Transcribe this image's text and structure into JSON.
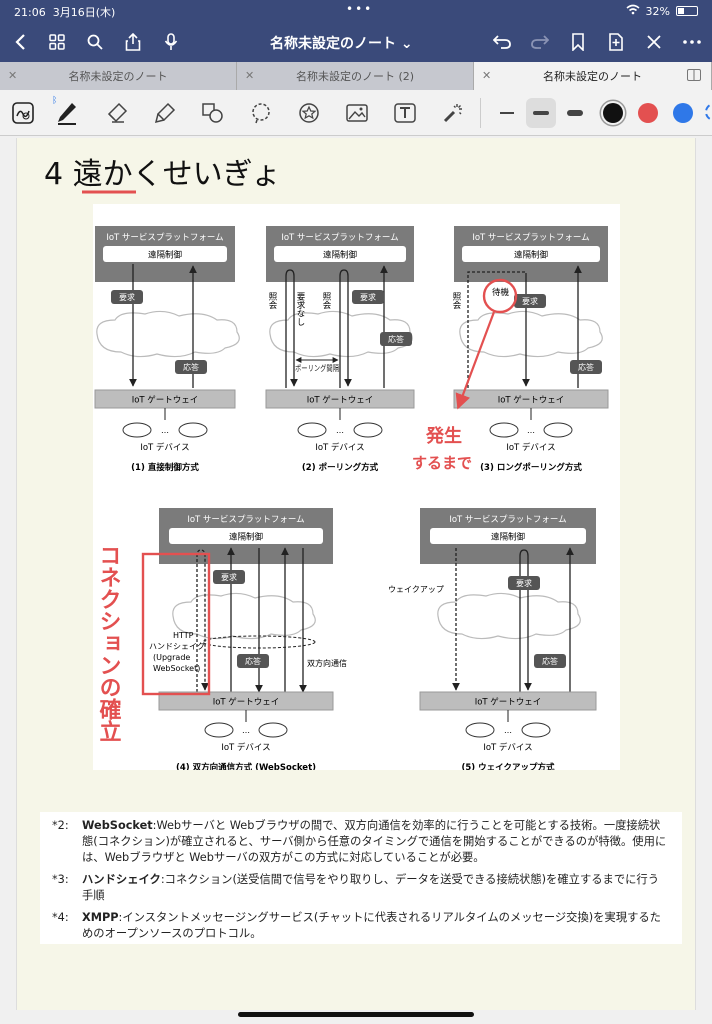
{
  "status": {
    "time": "21:06",
    "date": "3月16日(木)",
    "battery": "32%"
  },
  "nav": {
    "title": "名称未設定のノート"
  },
  "tabs": [
    {
      "label": "名称未設定のノート",
      "active": false
    },
    {
      "label": "名称未設定のノート (2)",
      "active": false
    },
    {
      "label": "名称未設定のノート",
      "active": true
    }
  ],
  "toolbar": {
    "colors": [
      "#111111",
      "#e35050",
      "#2f78e8"
    ],
    "selected_stroke": 2
  },
  "handwriting": {
    "title": "4 遠かくせいぎょ",
    "note_arrow": "発生するまで",
    "note_side": "コネクションの確立",
    "circled": "待機"
  },
  "figure": {
    "platform": "IoT サービスプラットフォーム",
    "remote": "遠隔制御",
    "gateway": "IoT ゲートウェイ",
    "device": "IoT デバイス",
    "request": "要求",
    "response": "応答",
    "query": "照会",
    "no_request": "要求なし",
    "polling_interval": "ポーリング間隔",
    "wait": "待機",
    "http_handshake": "HTTP ハンドシェイク (Upgrade WebSocket)",
    "bidirectional": "双方向通信",
    "wakeup": "ウェイクアップ",
    "captions": [
      "(1) 直接制御方式",
      "(2) ポーリング方式",
      "(3) ロングポーリング方式",
      "(4) 双方向通信方式 (WebSocket)",
      "(5) ウェイクアップ方式"
    ]
  },
  "footnotes": [
    {
      "mark": "*2:",
      "term": "WebSocket",
      "text": ":Webサーバと Webブラウザの間で、双方向通信を効率的に行うことを可能とする技術。一度接続状態(コネクション)が確立されると、サーバ側から任意のタイミングで通信を開始することができるのが特徴。使用には、Webブラウザと Webサーバの双方がこの方式に対応していることが必要。"
    },
    {
      "mark": "*3:",
      "term": "ハンドシェイク",
      "text": ":コネクション(送受信間で信号をやり取りし、データを送受できる接続状態)を確立するまでに行う手順"
    },
    {
      "mark": "*4:",
      "term": "XMPP",
      "text": ":インスタントメッセージングサービス(チャットに代表されるリアルタイムのメッセージ交換)を実現するためのオープンソースのプロトコル。"
    }
  ]
}
